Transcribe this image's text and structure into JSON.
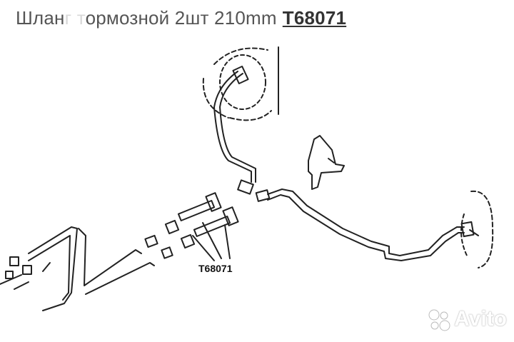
{
  "header": {
    "title_part1": "Шлан",
    "title_faded": "г т",
    "title_part2": "ормозной 2шт 210mm",
    "part_code": "T68071"
  },
  "diagram": {
    "callout_label": "T68071"
  },
  "watermark": {
    "brand": "Avito",
    "icon": "avito-logo-icon"
  }
}
